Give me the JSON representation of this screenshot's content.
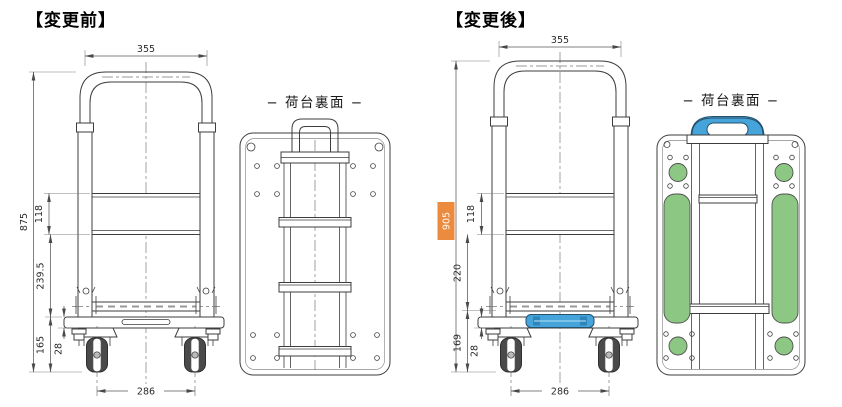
{
  "before": {
    "title": "【変更前】",
    "rear_label": "− 荷台裏面 −",
    "dim_width": "355",
    "dim_height": "875",
    "dim_board": "118",
    "dim_mid": "239.5",
    "dim_lower": "165",
    "dim_deck": "28",
    "dim_wheelbase": "286"
  },
  "after": {
    "title": "【変更後】",
    "rear_label": "− 荷台裏面 −",
    "dim_width": "355",
    "dim_height": "905",
    "dim_board": "118",
    "dim_mid": "220",
    "dim_lower": "169",
    "dim_deck": "28",
    "dim_wheelbase": "286",
    "changed_parts": {
      "highlight": "#EC8B3D",
      "handle_grip_blue": "#45A5DA",
      "pads_green": "#8CC883"
    }
  }
}
